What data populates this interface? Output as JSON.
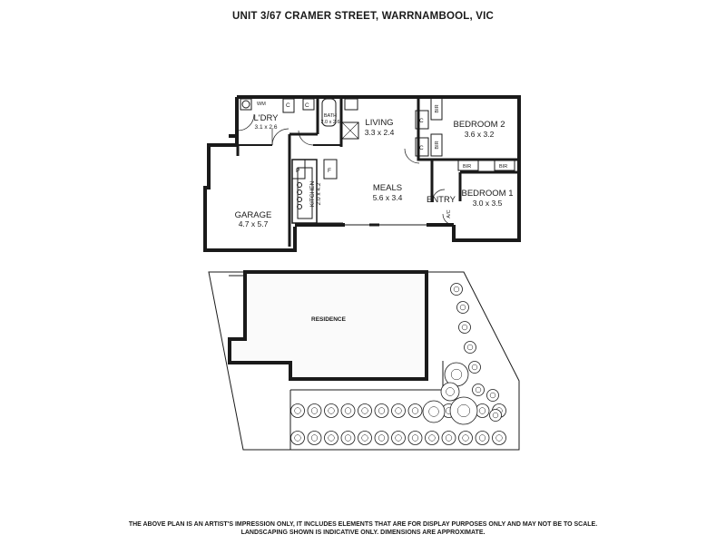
{
  "title": "UNIT 3/67 CRAMER STREET, WARRNAMBOOL, VIC",
  "rooms": {
    "living": {
      "name": "LIVING",
      "size": "3.3 x 2.4"
    },
    "bedroom2": {
      "name": "BEDROOM 2",
      "size": "3.6 x 3.2"
    },
    "bedroom1": {
      "name": "BEDROOM 1",
      "size": "3.0 x 3.5"
    },
    "meals": {
      "name": "MEALS",
      "size": "5.6 x 3.4"
    },
    "kitchen": {
      "name": "KITCHEN",
      "size": "2.0 x 4.2"
    },
    "garage": {
      "name": "GARAGE",
      "size": "4.7 x 5.7"
    },
    "laundry": {
      "name": "L'DRY",
      "size": "3.1 x 2.6"
    },
    "bath": {
      "name": "BATH",
      "size": "2.0 x 2.6"
    },
    "entry": {
      "name": "ENTRY"
    }
  },
  "fixtures": {
    "wm": "WM",
    "cupboard": "C",
    "bir": "BIR",
    "pantry": "P",
    "fridge": "F",
    "ac": "A/C"
  },
  "site": {
    "residence": "RESIDENCE"
  },
  "disclaimer": {
    "line1": "THE ABOVE PLAN IS AN ARTIST'S IMPRESSION ONLY, IT INCLUDES ELEMENTS THAT ARE FOR DISPLAY PURPOSES ONLY AND MAY NOT BE TO SCALE.",
    "line2": "LANDSCAPING SHOWN IS INDICATIVE ONLY. DIMENSIONS ARE APPROXIMATE."
  }
}
